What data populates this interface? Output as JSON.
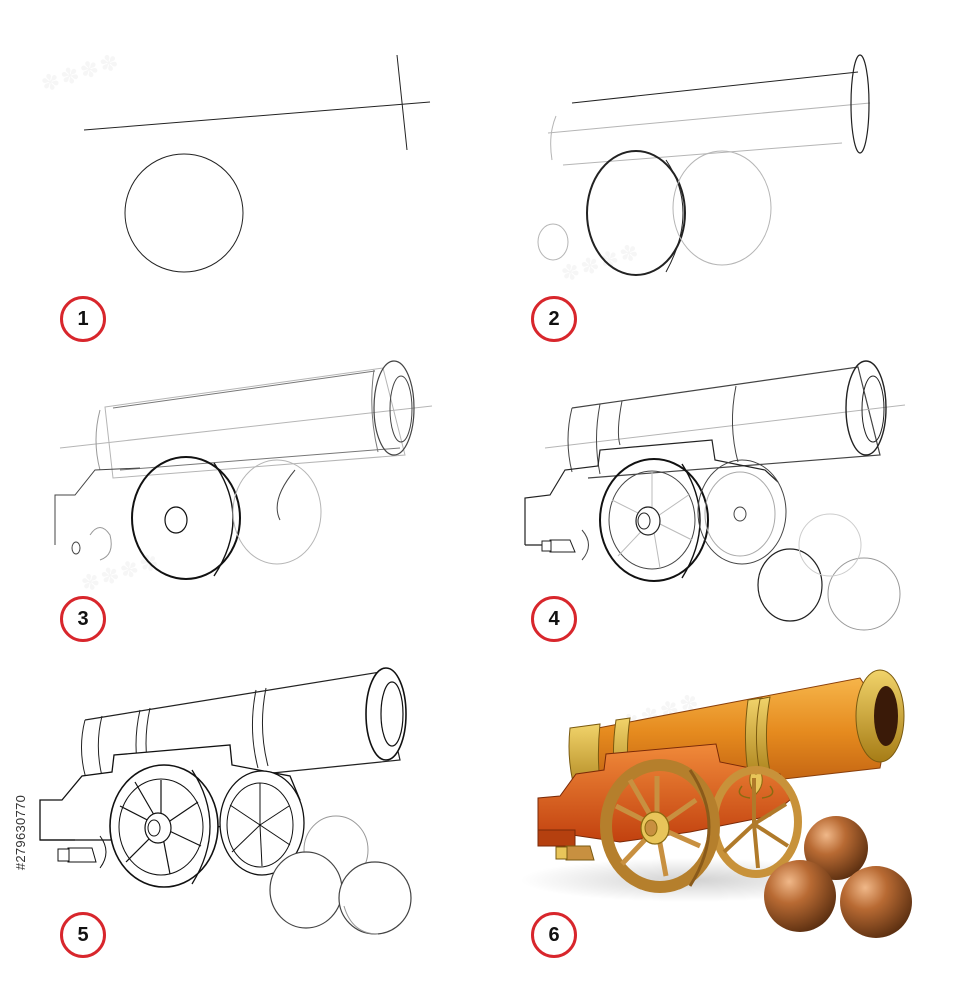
{
  "steps": [
    {
      "number": "1"
    },
    {
      "number": "2"
    },
    {
      "number": "3"
    },
    {
      "number": "4"
    },
    {
      "number": "5"
    },
    {
      "number": "6"
    }
  ],
  "stock_id": "#279630770",
  "colors": {
    "badge_ring": "#d8262c",
    "sketch_line": "#111111",
    "guide_line": "#b5b5b5",
    "barrel_orange": "#e58a1e",
    "carriage_red": "#d9531b",
    "band_gold": "#c9a227",
    "wheel_gold": "#c8923a",
    "ball_bronze": "#9a5a2a"
  }
}
